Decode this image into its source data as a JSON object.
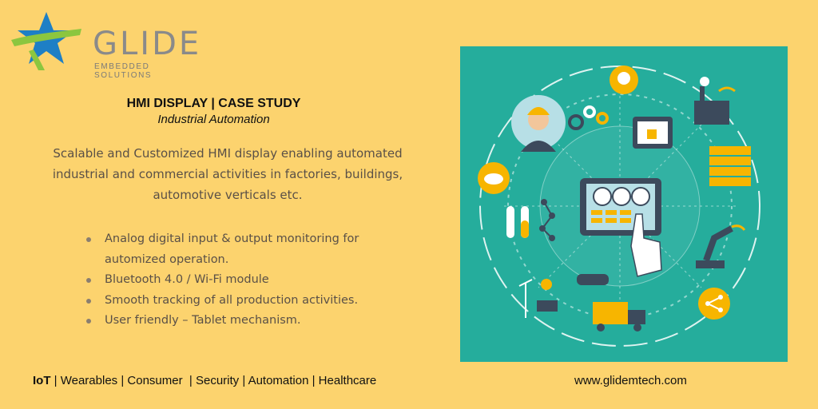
{
  "brand": {
    "name": "GLIDE",
    "tagline": "EMBEDDED SOLUTIONS",
    "colors": {
      "star_blue": "#1e7fc5",
      "swoosh_green": "#8cc63f",
      "gray": "#8a8a8a"
    }
  },
  "header": {
    "title": "HMI DISPLAY | CASE STUDY",
    "subtitle": "Industrial Automation"
  },
  "description": "Scalable and Customized HMI display enabling automated industrial and commercial activities in factories, buildings, automotive verticals etc.",
  "bullets": [
    "Analog digital input & output monitoring for automized operation.",
    "Bluetooth 4.0 / Wi-Fi module",
    "Smooth tracking of all production activities.",
    "User friendly – Tablet mechanism."
  ],
  "footer": {
    "first": "IoT",
    "rest": " | Wearables | Consumer  | Security | Automation | Healthcare",
    "website": "www.glidemtech.com"
  },
  "illustration": {
    "background": "#25ad9c",
    "accent": "#f7b500",
    "icons": [
      "worker-icon",
      "lightbulb-icon",
      "factory-icon",
      "printer-3d-icon",
      "server-icon",
      "cloud-upload-icon",
      "test-tubes-icon",
      "molecule-icon",
      "tablet-hmi-icon",
      "robot-arm-icon",
      "wind-solar-icon",
      "vr-glasses-icon",
      "truck-icon",
      "share-icon",
      "gears-icon"
    ]
  }
}
